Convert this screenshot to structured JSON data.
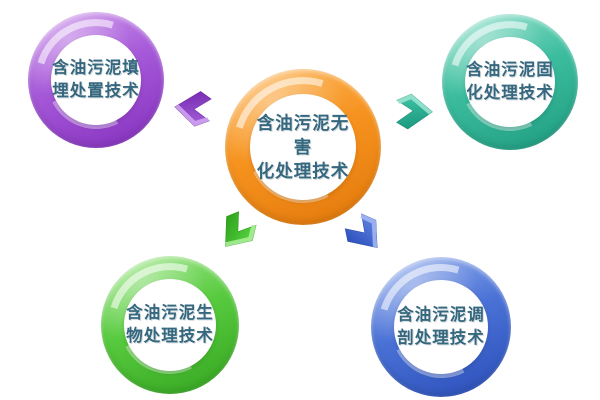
{
  "diagram": {
    "background": "#FFFFFF",
    "text_color": "#35687F",
    "center_node": {
      "line1": "含油污泥无害",
      "line2": "化处理技术",
      "text": "含油污泥无害化处理技术",
      "ring_color": "#F6921E"
    },
    "nodes": [
      {
        "position": "top-left",
        "line1": "含油污泥填",
        "line2": "埋处置技术",
        "text": "含油污泥填埋处置技术",
        "ring_color": "#A558D8"
      },
      {
        "position": "top-right",
        "line1": "含油污泥固",
        "line2": "化处理技术",
        "text": "含油污泥固化处理技术",
        "ring_color": "#3CBD9E"
      },
      {
        "position": "bottom-left",
        "line1": "含油污泥生",
        "line2": "物处理技术",
        "text": "含油污泥生物处理技术",
        "ring_color": "#57CA3E"
      },
      {
        "position": "bottom-right",
        "line1": "含油污泥调",
        "line2": "剖处理技术",
        "text": "含油污泥调剖处理技术",
        "ring_color": "#4A72D6"
      }
    ],
    "arrows": [
      {
        "direction": "left",
        "points_to": "top-left",
        "color": "#A764DC"
      },
      {
        "direction": "right",
        "points_to": "top-right",
        "color": "#45C8AA"
      },
      {
        "direction": "down-left",
        "points_to": "bottom-left",
        "color": "#5ED945"
      },
      {
        "direction": "down-right",
        "points_to": "bottom-right",
        "color": "#6488E4"
      }
    ]
  }
}
